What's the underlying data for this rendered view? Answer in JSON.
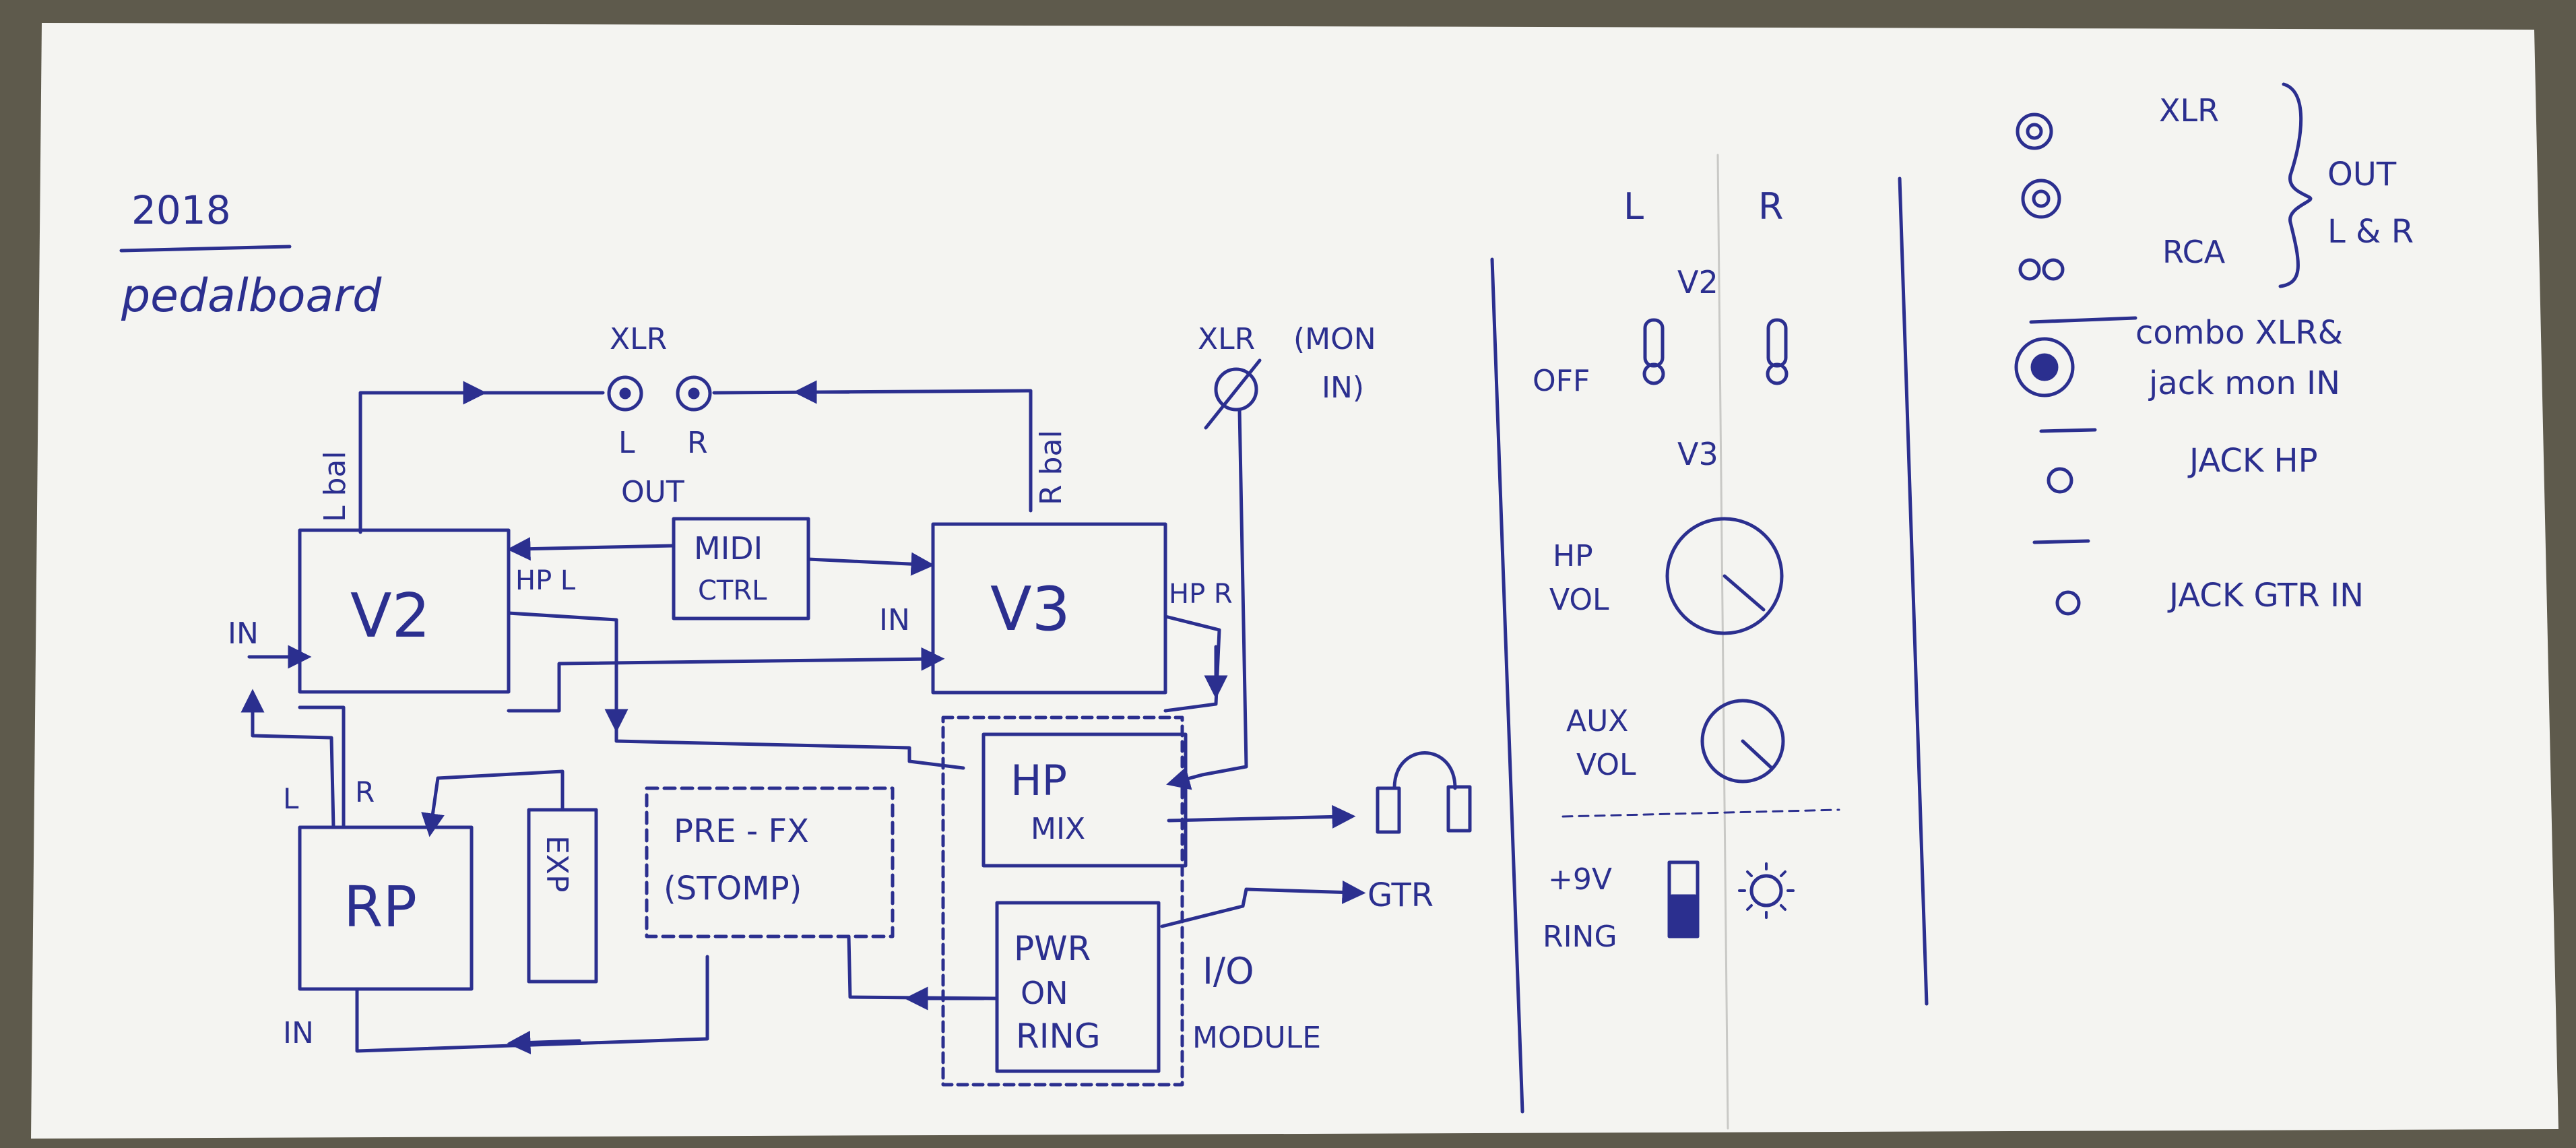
{
  "colors": {
    "ink": "#2b2f8f",
    "paper": "#f4f4f1",
    "background": "#5e5a4c",
    "pencil": "#c9c9c6"
  },
  "header": {
    "year": "2018",
    "title": "pedalboard"
  },
  "diagram": {
    "blocks": {
      "v2": "V2",
      "v3": "V3",
      "midi": [
        "MIDI",
        "CTRL"
      ],
      "rp": "RP",
      "exp": "EXP",
      "prefx": [
        "PRE - FX",
        "(STOMP)"
      ],
      "hpmix": [
        "HP",
        "MIX"
      ],
      "pwr": [
        "PWR",
        "ON",
        "RING"
      ]
    },
    "labels": {
      "xlr_top": "XLR",
      "out_l": "L",
      "out_r": "R",
      "out": "OUT",
      "l_bal": "L bal",
      "r_bal": "R bal",
      "xlr_mon": "XLR",
      "mon_in": [
        "(MON",
        "IN)"
      ],
      "v2_in": "IN",
      "hp_l": "HP L",
      "v3_in": "IN",
      "hp_r": "HP R",
      "rp_l": "L",
      "rp_r": "R",
      "rp_in": "IN",
      "gtr": "GTR",
      "io_module": [
        "I/O",
        "MODULE"
      ]
    }
  },
  "panel": {
    "col_l": "L",
    "col_r": "R",
    "v2": "V2",
    "off": "OFF",
    "v3": "V3",
    "hp_vol": [
      "HP",
      "VOL"
    ],
    "aux_vol": [
      "AUX",
      "VOL"
    ],
    "ring_switch": [
      "+9V",
      "RING"
    ]
  },
  "legend": {
    "xlr": "XLR",
    "rca": "RCA",
    "out_group": [
      "OUT",
      "L & R"
    ],
    "combo": [
      "combo XLR&",
      "jack mon IN"
    ],
    "jack_hp": "JACK HP",
    "jack_gtr": "JACK GTR IN"
  }
}
